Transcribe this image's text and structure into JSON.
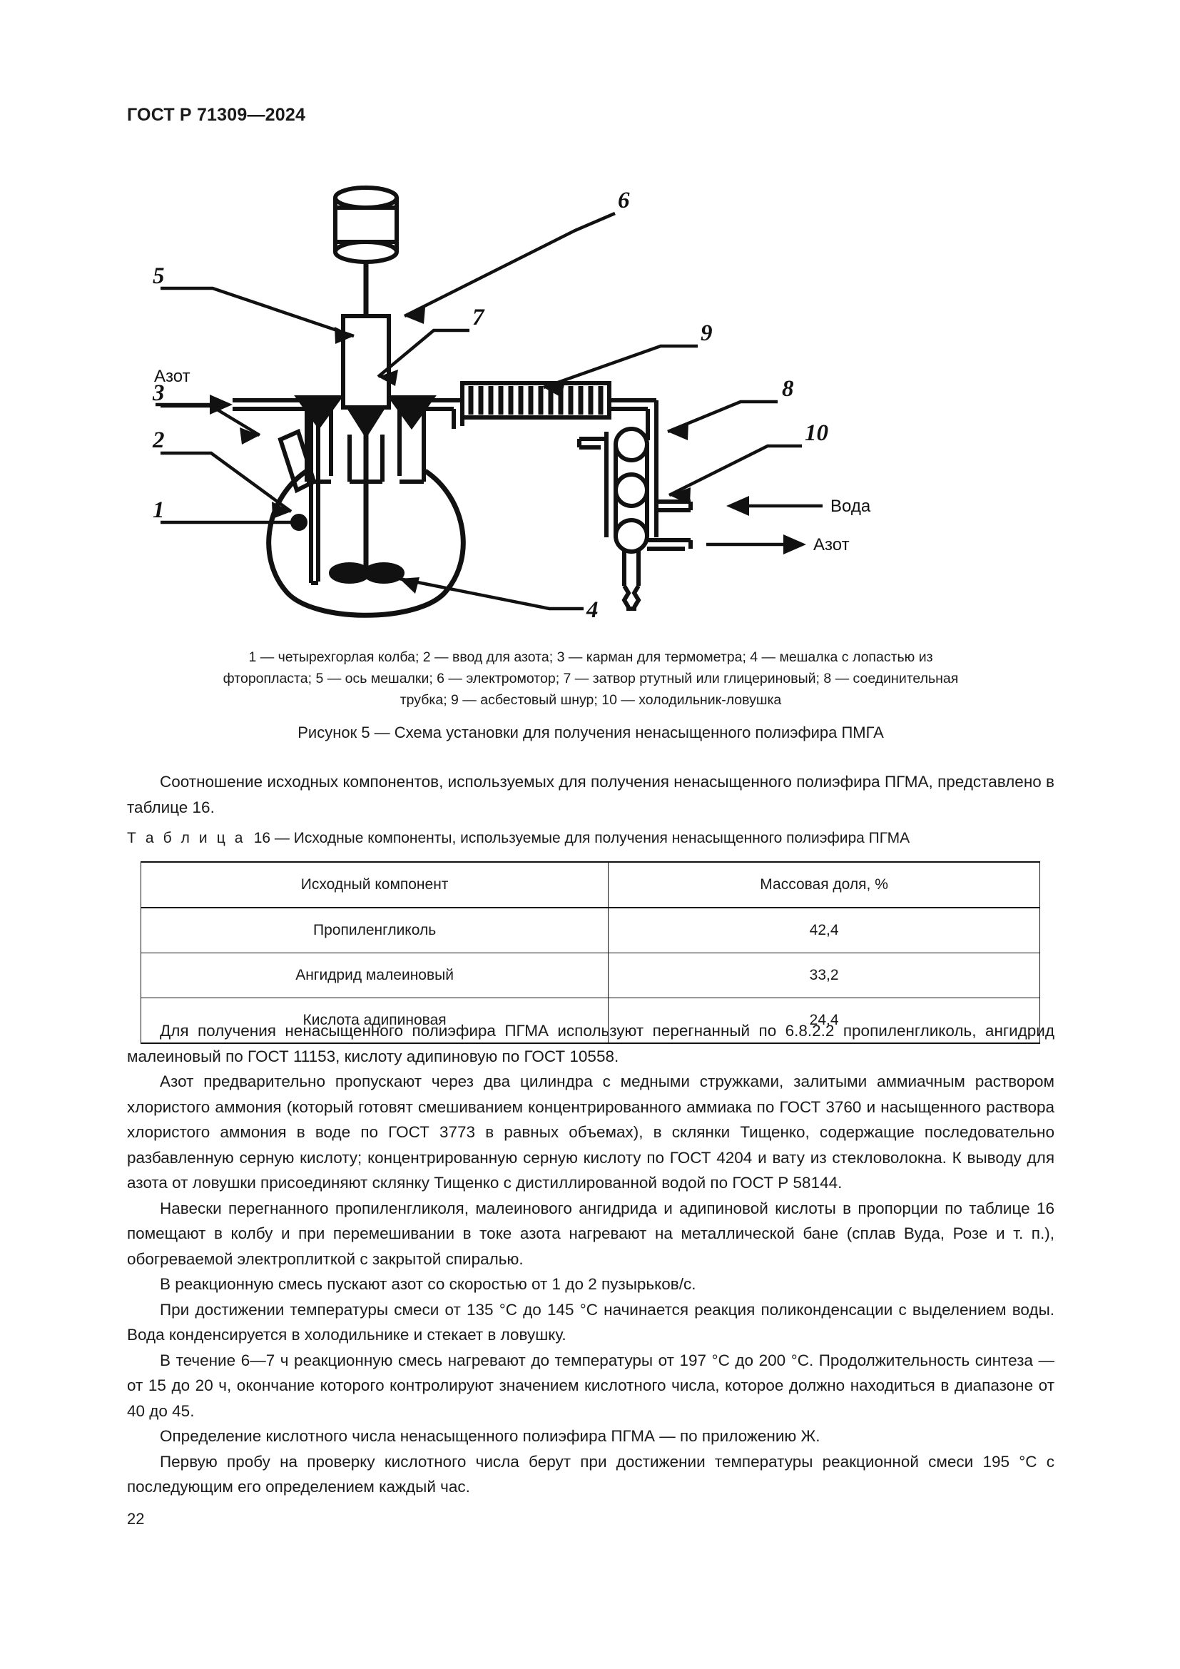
{
  "document": {
    "running_head": "ГОСТ Р 71309—2024",
    "page_number": "22"
  },
  "figure": {
    "number": "5",
    "title": "Рисунок 5 — Схема установки для получения ненасыщенного полиэфира ПМГА",
    "key_line_1": "1 — четырехгорлая колба; 2 — ввод для азота; 3 — карман для термометра; 4 — мешалка с лопастью из",
    "key_line_2": "фторопласта; 5 — ось мешалки; 6 — электромотор; 7 — затвор ртутный или глицериновый; 8 — соединительная",
    "key_line_3": "трубка; 9 — асбестовый шнур; 10 — холодильник-ловушка",
    "callouts": {
      "c1": "1",
      "c2": "2",
      "c3": "3",
      "c4": "4",
      "c5": "5",
      "c6": "6",
      "c7": "7",
      "c8": "8",
      "c9": "9",
      "c10": "10"
    },
    "flow_labels": {
      "nitrogen_in": "Азот",
      "water_in": "Вода",
      "nitrogen_out": "Азот"
    }
  },
  "paragraphs": {
    "intro": "Соотношение исходных компонентов, используемых для получения ненасыщенного полиэфира ПГМА, представлено в таблице 16.",
    "p1": "Для получения ненасыщенного полиэфира ПГМА используют перегнанный по 6.8.2.2 пропиленгликоль, ангидрид малеиновый по ГОСТ 11153, кислоту адипиновую по ГОСТ 10558.",
    "p2": "Азот предварительно пропускают через два цилиндра с медными стружками, залитыми аммиачным раствором хлористого аммония (который готовят смешиванием концентрированного аммиака по ГОСТ 3760 и насыщенного раствора хлористого аммония в воде по ГОСТ 3773 в равных объемах), в склянки Тищенко, содержащие последовательно разбавленную серную кислоту; концентрированную серную кислоту по ГОСТ 4204 и вату из стекловолокна. К выводу для азота от ловушки присоединяют склянку Тищенко с дистиллированной водой по ГОСТ Р 58144.",
    "p3": "Навески перегнанного пропиленгликоля, малеинового ангидрида и адипиновой кислоты в пропорции по таблице 16 помещают в колбу и при перемешивании в токе азота нагревают на металлической бане (сплав Вуда, Розе и т. п.), обогреваемой электроплиткой с закрытой спиралью.",
    "p4": "В реакционную смесь пускают азот со скоростью от 1 до 2 пузырьков/с.",
    "p5": "При достижении температуры смеси от 135 °C до 145 °C начинается реакция поликонденсации с выделением воды. Вода конденсируется в холодильнике и стекает в ловушку.",
    "p6": "В течение 6—7 ч реакционную смесь нагревают до температуры от 197 °C до 200 °C. Продолжительность синтеза — от 15 до 20 ч, окончание которого контролируют значением кислотного числа, которое должно находиться в диапазоне от 40 до 45.",
    "p7": "Определение кислотного числа ненасыщенного полиэфира ПГМА — по приложению Ж.",
    "p8": "Первую пробу на проверку кислотного числа берут при достижении температуры реакционной смеси 195 °C с последующим его определением каждый час."
  },
  "table": {
    "caption_prefix": "Т а б л и ц а",
    "caption_rest": "16 — Исходные компоненты, используемые для получения ненасыщенного полиэфира ПГМА",
    "headers": [
      "Исходный компонент",
      "Массовая доля, %"
    ],
    "rows": [
      [
        "Пропиленгликоль",
        "42,4"
      ],
      [
        "Ангидрид малеиновый",
        "33,2"
      ],
      [
        "Кислота адипиновая",
        "24,4"
      ]
    ]
  }
}
